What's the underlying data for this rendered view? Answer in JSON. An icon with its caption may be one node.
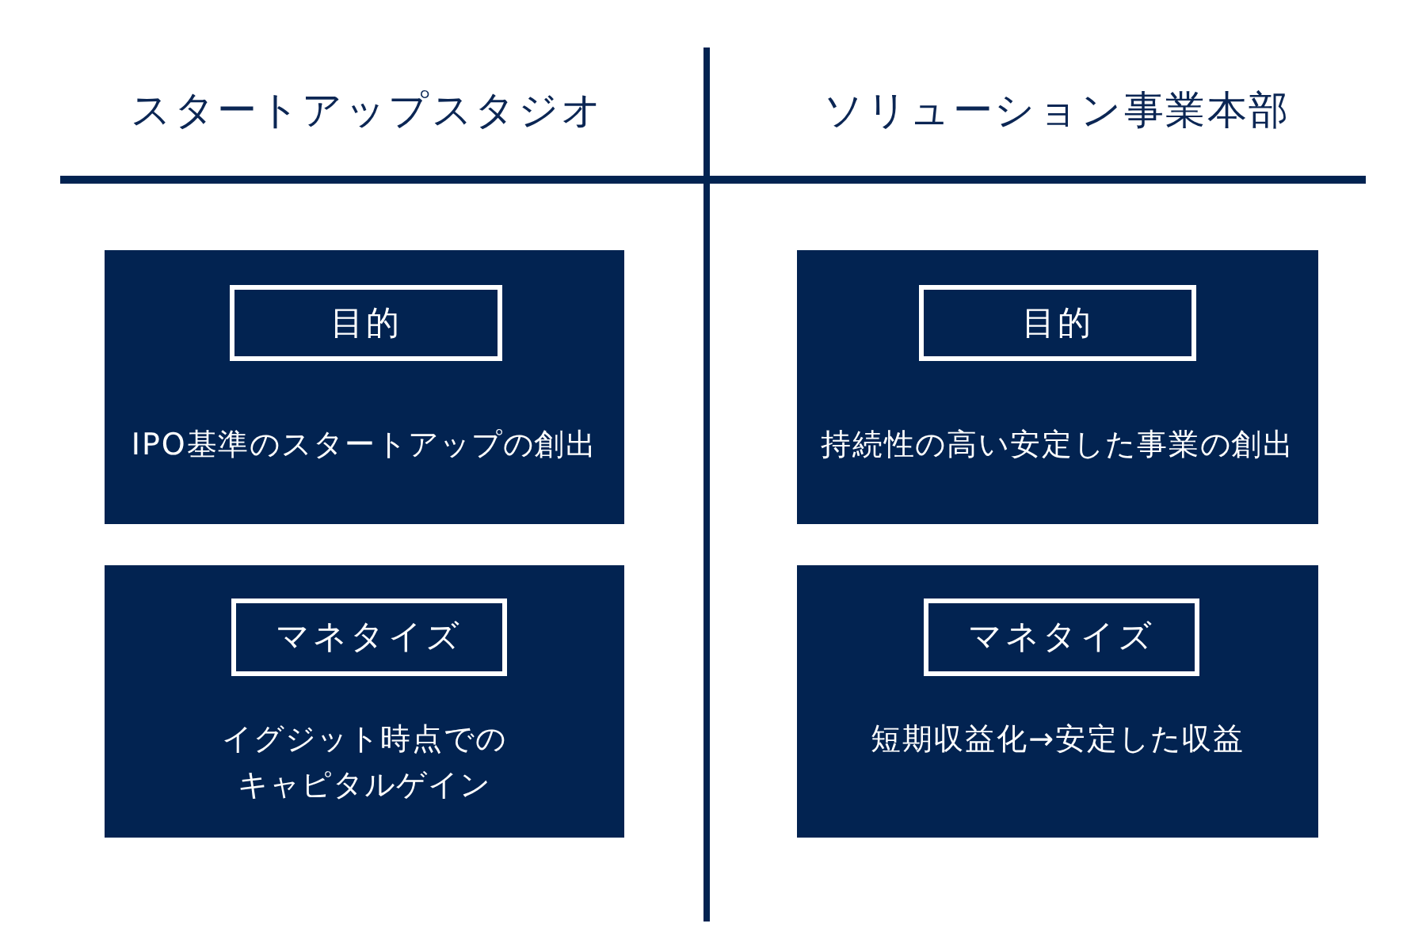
{
  "diagram": {
    "nodes": [
      {
        "text": [
          "IPO基準のスタートアップの創出"
        ]
      },
      {
        "text": [
          "目的"
        ],
        "in": 0
      },
      {
        "text": [
          "持続性の高い安定した事業の創出"
        ]
      },
      {
        "text": [
          "目的"
        ],
        "in": 2
      },
      {
        "text": [
          "イグジット時点でのキャピタルゲイン"
        ]
      },
      {
        "text": [
          "マネタイズ"
        ],
        "in": 4
      },
      {
        "text": [
          "短期収益化→安定した収益"
        ]
      },
      {
        "text": [
          "マネタイズ"
        ],
        "in": 6
      }
    ],
    "labels": [
      "スタートアップスタジオ",
      "ソリューション事業本部"
    ]
  }
}
